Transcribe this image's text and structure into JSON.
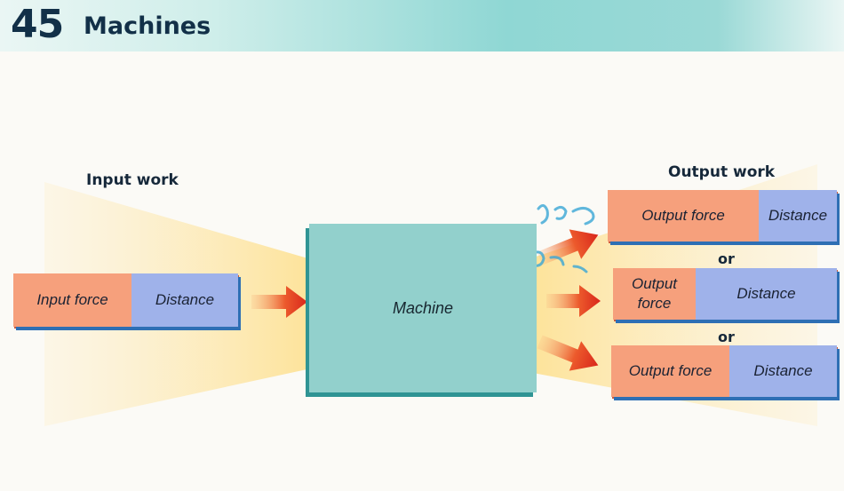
{
  "header": {
    "chapter_number": "45",
    "chapter_title": "Machines"
  },
  "diagram": {
    "input_label": "Input work",
    "output_label": "Output work",
    "machine_label": "Machine",
    "input_bar": {
      "force_label": "Input force",
      "distance_label": "Distance"
    },
    "output_bars": [
      {
        "force_label": "Output force",
        "distance_label": "Distance"
      },
      {
        "force_label": "Output force",
        "distance_label": "Distance"
      },
      {
        "force_label": "Output force",
        "distance_label": "Distance"
      }
    ],
    "connector_or": [
      "or",
      "or"
    ]
  },
  "colors": {
    "banner": "#8fd7d4",
    "force": "#f6a07c",
    "distance": "#9fb2ea",
    "machine": "#92d0cc",
    "arrow": "#e53d24",
    "beam": "#fde6a0"
  }
}
